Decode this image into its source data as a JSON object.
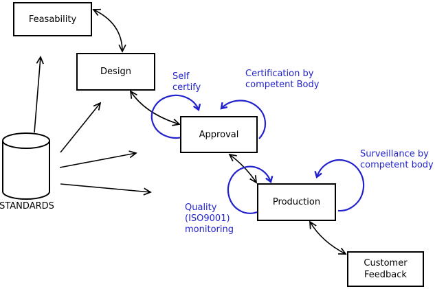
{
  "diagram": {
    "nodes": {
      "feasability": {
        "label": "Feasability",
        "shape": "rectangle"
      },
      "design": {
        "label": "Design",
        "shape": "rectangle"
      },
      "approval": {
        "label": "Approval",
        "shape": "rectangle"
      },
      "production": {
        "label": "Production",
        "shape": "rectangle"
      },
      "customer_feedback": {
        "label": "Customer\nFeedback",
        "shape": "rectangle"
      },
      "standards": {
        "label": "STANDARDS",
        "shape": "cylinder"
      }
    },
    "annotations": {
      "self_certify": {
        "label": "Self\ncertify",
        "attached_to": "approval"
      },
      "certification": {
        "label": "Certification by\ncompetent Body",
        "attached_to": "approval"
      },
      "quality": {
        "label": "Quality\n(ISO9001)\nmonitoring",
        "attached_to": "production"
      },
      "surveillance": {
        "label": "Surveillance by\ncompetent body",
        "attached_to": "production"
      }
    },
    "edges": [
      {
        "from": "feasability",
        "to": "design",
        "type": "bidirectional-curve"
      },
      {
        "from": "design",
        "to": "approval",
        "type": "bidirectional-curve"
      },
      {
        "from": "approval",
        "to": "production",
        "type": "bidirectional-curve"
      },
      {
        "from": "production",
        "to": "customer_feedback",
        "type": "bidirectional-curve"
      },
      {
        "from": "standards",
        "to": "feasability",
        "type": "arrow"
      },
      {
        "from": "standards",
        "to": "design",
        "type": "arrow"
      },
      {
        "from": "standards",
        "to": "approval",
        "type": "arrow"
      },
      {
        "from": "standards",
        "to": "production",
        "type": "arrow"
      },
      {
        "loop_on": "approval",
        "annotation": "self_certify",
        "color": "blue"
      },
      {
        "loop_on": "approval",
        "annotation": "certification",
        "color": "blue"
      },
      {
        "loop_on": "production",
        "annotation": "quality",
        "color": "blue"
      },
      {
        "loop_on": "production",
        "annotation": "surveillance",
        "color": "blue"
      }
    ],
    "colors": {
      "annotation": "#2222cc",
      "line": "#000000",
      "background": "#ffffff"
    }
  }
}
